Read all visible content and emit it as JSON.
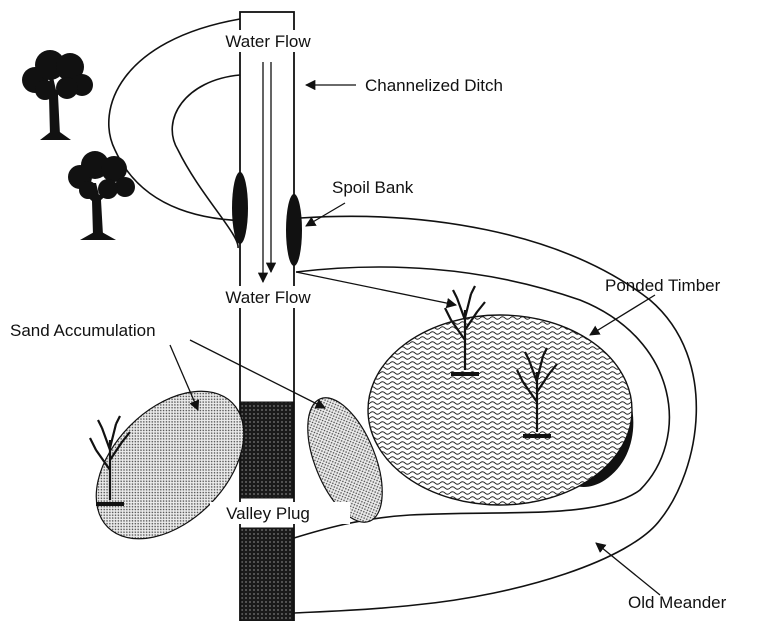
{
  "labels": {
    "water_flow_top": "Water Flow",
    "water_flow_mid": "Water Flow",
    "channelized_ditch": "Channelized Ditch",
    "spoil_bank": "Spoil Bank",
    "ponded_timber": "Ponded Timber",
    "sand_accumulation": "Sand Accumulation",
    "valley_plug": "Valley Plug",
    "old_meander": "Old Meander"
  },
  "colors": {
    "ink": "#111111",
    "background": "#ffffff",
    "sand_fill": "#dcdcdc",
    "plug_fill": "#2a2a2a"
  }
}
